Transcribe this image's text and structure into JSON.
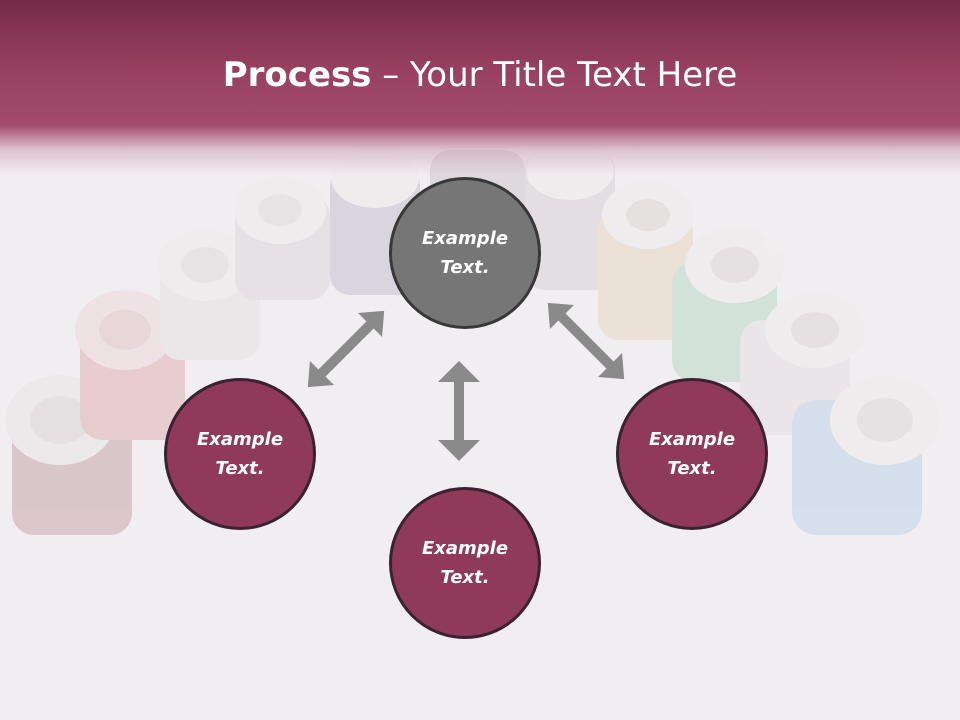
{
  "slide": {
    "title_bold": "Process",
    "title_rest": " – Your Title Text Here",
    "colors": {
      "title_band": "#98405f",
      "circle_maroon": "#8e3a58",
      "circle_gray": "#767676",
      "arrow": "#8a8a8a"
    },
    "nodes": [
      {
        "line1": "Example",
        "line2": "Text."
      },
      {
        "line1": "Example",
        "line2": "Text."
      },
      {
        "line1": "Example",
        "line2": "Text."
      },
      {
        "line1": "Example",
        "line2": "Text."
      }
    ]
  }
}
